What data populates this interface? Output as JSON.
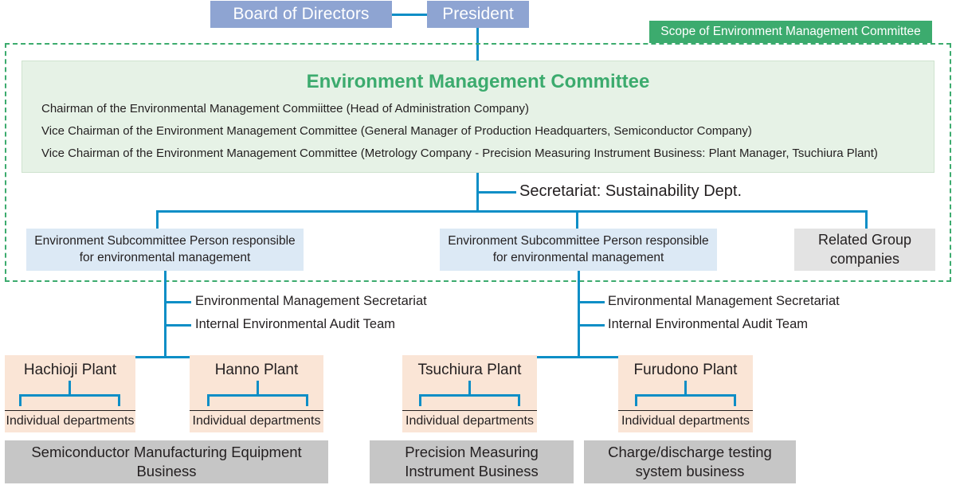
{
  "top": {
    "board": "Board of Directors",
    "president": "President"
  },
  "scope_label": "Scope of Environment Management Committee",
  "committee": {
    "title": "Environment Management Committee",
    "members": [
      "Chairman of the Environmental Management Commiittee (Head of Administration Company)",
      "Vice Chairman of the Environment Management Committee (General Manager of Production Headquarters, Semiconductor Company)",
      "Vice Chairman of the Environment Management Committee (Metrology Company - Precision Measuring Instrument Business: Plant Manager, Tsuchiura Plant)"
    ]
  },
  "secretariat": "Secretariat: Sustainability Dept.",
  "subcommittees": [
    "Environment Subcommittee Person responsible for environmental management",
    "Environment Subcommittee Person responsible for environmental management"
  ],
  "related_group": "Related Group companies",
  "branches": [
    {
      "labels": [
        "Environmental Management Secretariat",
        "Internal Environmental Audit Team"
      ]
    },
    {
      "labels": [
        "Environmental Management Secretariat",
        "Internal Environmental Audit Team"
      ]
    }
  ],
  "plants": [
    {
      "name": "Hachioji Plant",
      "departments": "Individual departments"
    },
    {
      "name": "Hanno Plant",
      "departments": "Individual departments"
    },
    {
      "name": "Tsuchiura Plant",
      "departments": "Individual departments"
    },
    {
      "name": "Furudono Plant",
      "departments": "Individual departments"
    }
  ],
  "businesses": [
    "Semiconductor Manufacturing Equipment Business",
    "Precision Measuring Instrument Business",
    "Charge/discharge testing system business"
  ],
  "colors": {
    "accent_line": "#0d8ec6",
    "scope_green": "#3cab6e",
    "top_box": "#8ea4d2",
    "committee_bg": "#e6f2e6",
    "subcommittee_bg": "#dce9f5",
    "plant_bg": "#fae5d6",
    "business_bg": "#c6c6c6",
    "related_bg": "#e3e3e3"
  }
}
